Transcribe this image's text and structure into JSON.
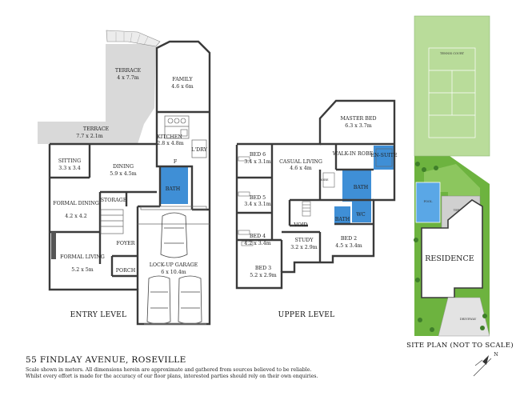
{
  "address": "55 FINDLAY AVENUE, ROSEVILLE",
  "disclaimer": [
    "Scale shown in meters. All dimensions herein are approximate and gathered from sources believed to be reliable.",
    "Whilst every effort is made for the accuracy of our floor plans, interested parties should rely on their own enquiries."
  ],
  "levels": {
    "entry": "ENTRY LEVEL",
    "upper": "UPPER LEVEL",
    "site": "SITE PLAN (NOT TO SCALE)"
  },
  "entry_rooms": {
    "terrace_upper": {
      "name": "TERRACE",
      "dim": "4 x 7.7m"
    },
    "family": {
      "name": "FAMILY",
      "dim": "4.6 x 6m"
    },
    "terrace_lower": {
      "name": "TERRACE",
      "dim": "7.7 x 2.1m"
    },
    "kitchen": {
      "name": "KITCHEN",
      "dim": "2.8 x 4.8m"
    },
    "sitting": {
      "name": "SITTING",
      "dim": "3.3 x 3.4"
    },
    "dining": {
      "name": "DINING",
      "dim": "5.9 x 4.5m"
    },
    "formal_dining": {
      "name": "FORMAL DINING",
      "dim": "4.2 x 4.2"
    },
    "storage": "STORAGE",
    "formal_living": {
      "name": "FORMAL LIVING",
      "dim": "5.2 x 5m"
    },
    "foyer": "FOYER",
    "porch": "PORCH",
    "garage": {
      "name": "LOCK-UP GARAGE",
      "dim": "6 x 10.4m"
    },
    "bath": "BATH",
    "laundry": "L'DRY",
    "fridge": "F"
  },
  "upper_rooms": {
    "master_bed": {
      "name": "MASTER BED",
      "dim": "6.3 x 3.7m"
    },
    "bed6": {
      "name": "BED 6",
      "dim": "3.4 x 3.1m"
    },
    "casual_living": {
      "name": "CASUAL LIVING",
      "dim": "4.6 x 4m"
    },
    "walk_in_robe": "WALK-IN ROBE",
    "ensuite": "EN-SUITE",
    "bed5": {
      "name": "BED 5",
      "dim": "3.4 x 3.1m"
    },
    "bath": "BATH",
    "bed4": {
      "name": "BED 4",
      "dim": "4.2 x 3.4m"
    },
    "void": "VOID",
    "wc": "WC",
    "bed2": {
      "name": "BED 2",
      "dim": "4.5 x 3.4m"
    },
    "study": {
      "name": "STUDY",
      "dim": "3.2 x 2.9m"
    },
    "bed3": {
      "name": "BED 3",
      "dim": "5.2 x 2.9m"
    },
    "robe": "ROBE",
    "bath2": "BATH"
  },
  "site": {
    "residence": "RESIDENCE",
    "tennis": "TENNIS COURT",
    "pool": "POOL",
    "terrace": "TERRACE",
    "driveway": "DRIVEWAY"
  },
  "compass_label": "N",
  "colors": {
    "wall": "#3a3a3a",
    "terrace": "#d9d9d9",
    "bath_blue": "#3f8fd6",
    "tennis_green": "#b9dc9a",
    "lawn_green": "#6db33f",
    "pool_blue": "#5aa7e6"
  }
}
